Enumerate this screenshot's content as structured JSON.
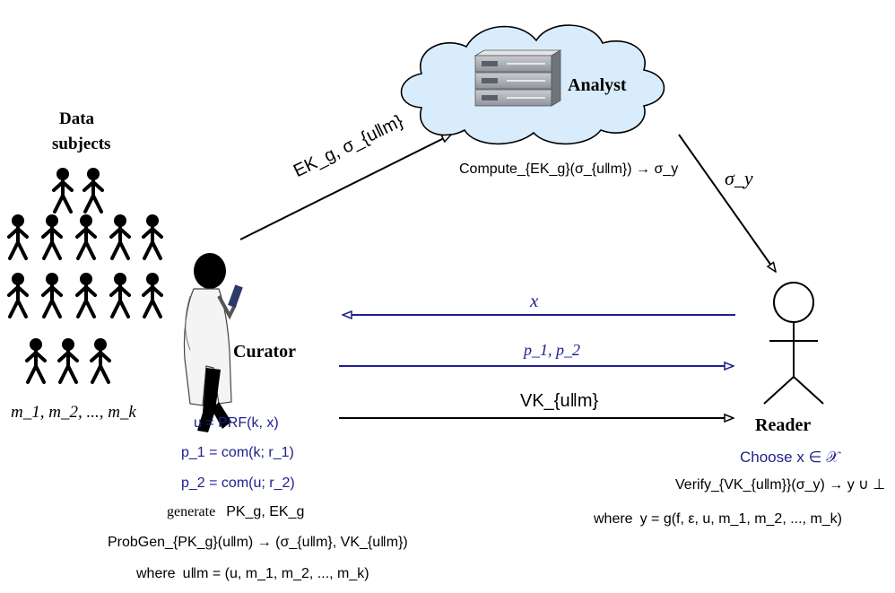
{
  "colors": {
    "accent": "#1f1f8a",
    "cloud_fill": "#d9ecfb",
    "line": "#000000"
  },
  "icons": [
    "cloud-icon",
    "server-icon",
    "data-subject-icon",
    "curator-scientist-icon",
    "reader-stick-figure-icon"
  ],
  "actors": {
    "analyst": "Analyst",
    "data_subjects": [
      "Data",
      "subjects"
    ],
    "curator": "Curator",
    "reader": "Reader"
  },
  "messages": {
    "to_analyst": "EK_g, σ_{u‖m}",
    "from_analyst": "σ_y",
    "to_curator": "x",
    "commitments": "p_1, p_2",
    "verification_key": "VK_{u‖m}"
  },
  "analyst_step": "Compute_{EK_g}(σ_{u‖m}) → σ_y",
  "data_list": "m_1, m_2, ..., m_k",
  "curator_steps": {
    "prf": "u = PRF(k, x)",
    "p1": "p_1 = com(k; r_1)",
    "p2": "p_2 = com(u; r_2)",
    "generate_word": "generate",
    "generate_keys": "PK_g, EK_g",
    "probgen": "ProbGen_{PK_g}(u‖m) → (σ_{u‖m}, VK_{u‖m})",
    "where_word": "where",
    "where_expr": "u‖m = (u, m_1, m_2, ..., m_k)"
  },
  "reader_steps": {
    "choose": "Choose x ∈ 𝒳",
    "verify": "Verify_{VK_{u‖m}}(σ_y) → y ∪ ⊥",
    "where_word": "where",
    "where_expr": "y = g(f, ε, u, m_1, m_2, ..., m_k)"
  }
}
